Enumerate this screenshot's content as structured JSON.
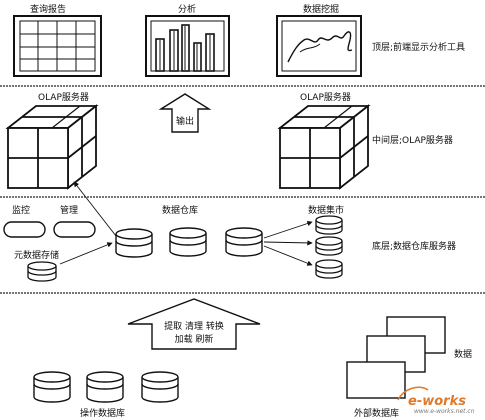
{
  "top_layer": {
    "query_report_label": "查询报告",
    "analysis_label": "分析",
    "data_mining_label": "数据挖掘",
    "layer_label": "顶层;前端显示分析工具"
  },
  "middle_layer": {
    "olap_left_label": "OLAP服务器",
    "olap_right_label": "OLAP服务器",
    "output_label": "输出",
    "layer_label": "中间层;OLAP服务器"
  },
  "bottom_layer": {
    "monitor_label": "监控",
    "manage_label": "管理",
    "data_warehouse_label": "数据仓库",
    "data_mart_label": "数据集市",
    "metadata_label": "元数据存储",
    "layer_label": "底层;数据仓库服务器"
  },
  "source_layer": {
    "etl_line1": "提取 清理 转换",
    "etl_line2": "加载 刷新",
    "operational_db_label": "操作数据库",
    "data_label": "数据",
    "external_db_label": "外部数据库"
  },
  "watermark": {
    "brand": "e-works",
    "sub": "www.e-works.net.cn"
  }
}
